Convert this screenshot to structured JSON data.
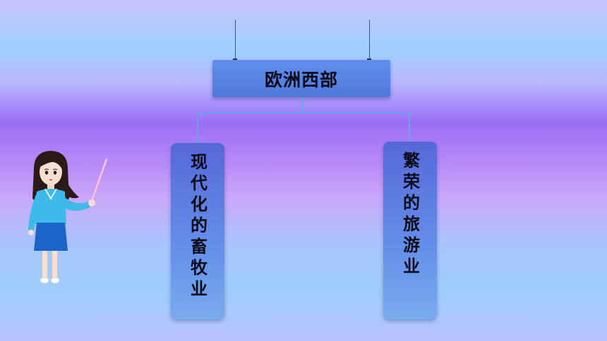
{
  "header": {
    "title": "欧洲西部"
  },
  "branches": [
    {
      "label": "现代化的畜牧业"
    },
    {
      "label": "繁荣的旅游业"
    }
  ],
  "colors": {
    "box_blue": "#5f8ff0",
    "connector": "#6aa3e8",
    "text": "#0b0b1a"
  }
}
